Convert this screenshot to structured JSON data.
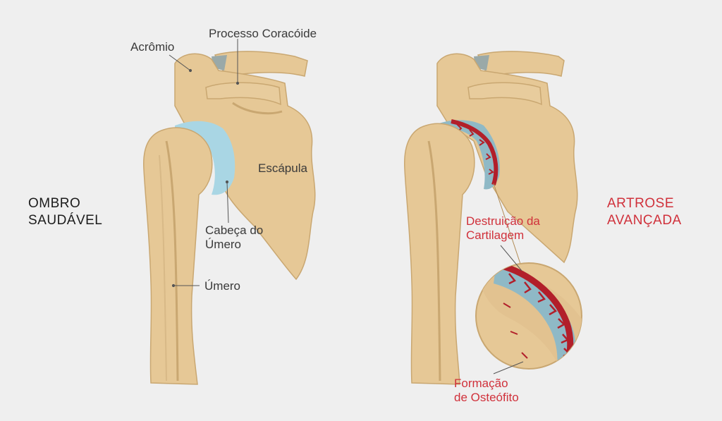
{
  "healthy": {
    "title_line1": "OMBRO",
    "title_line2": "SAUDÁVEL",
    "labels": {
      "acromio": "Acrômio",
      "coracoide": "Processo Coracóide",
      "escapula": "Escápula",
      "cabeca_line1": "Cabeça do",
      "cabeca_line2": "Úmero",
      "umero": "Úmero"
    }
  },
  "arthritic": {
    "title_line1": "ARTROSE",
    "title_line2": "AVANÇADA",
    "labels": {
      "destruicao_line1": "Destruição da",
      "destruicao_line2": "Cartilagem",
      "formacao_line1": "Formação",
      "formacao_line2": "de Osteófito"
    }
  },
  "colors": {
    "background": "#efefef",
    "bone": "#e6c896",
    "bone_shadow": "#c9a771",
    "bone_dark": "#b08b55",
    "cartilage": "#a9d6e4",
    "cartilage_worn": "#8fb9c6",
    "inflammation": "#b21f2a",
    "label_accent": "#d0313b",
    "label_text": "#3a3a3a",
    "leader_line": "#555555"
  }
}
